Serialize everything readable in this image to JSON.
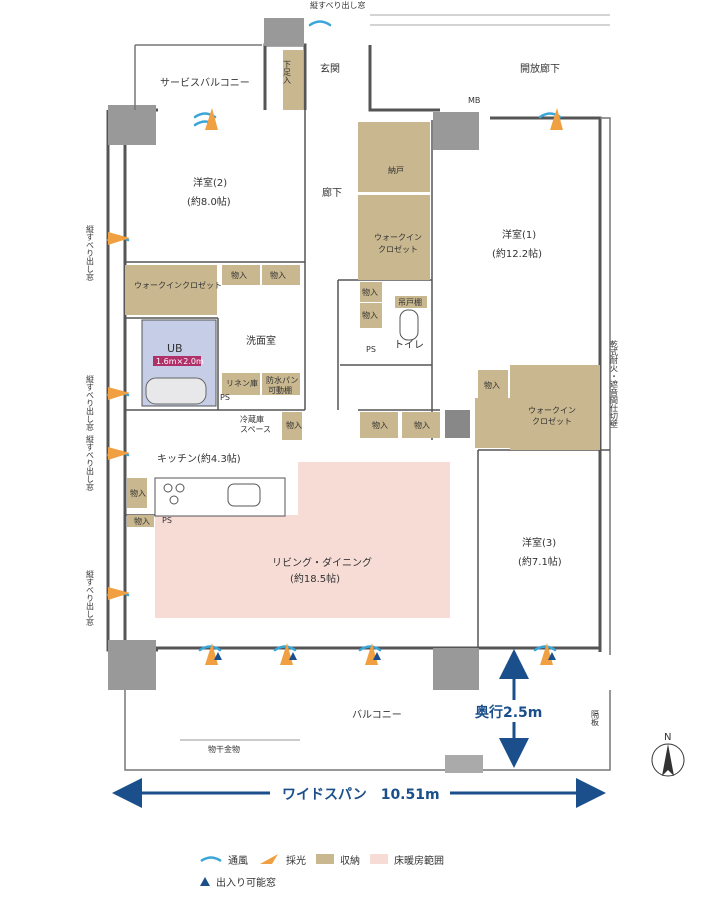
{
  "rooms": {
    "genkan": "玄関",
    "shimo_getabako": "下足入",
    "service_balcony": "サービスバルコニー",
    "open_corridor": "開放廊下",
    "mb": "MB",
    "western2": "洋室(2)",
    "western2_size": "(約8.0帖)",
    "corridor": "廊下",
    "nando": "納戸",
    "wic1_a": "ウォークイン",
    "wic1_b": "クロゼット",
    "western1": "洋室(1)",
    "western1_size": "(約12.2帖)",
    "wic2": "ウォークインクロゼット",
    "storage": "物入",
    "ub": "UB",
    "ub_size": "1.6m×2.0m",
    "senmen": "洗面室",
    "linen": "リネン庫",
    "bousui_a": "防水パン",
    "bousui_b": "可動棚",
    "ps": "PS",
    "toilet": "トイレ",
    "toilet_shelf": "吊戸棚",
    "fridge_a": "冷蔵庫",
    "fridge_b": "スペース",
    "kitchen": "キッチン(約4.3帖)",
    "living": "リビング・ダイニング",
    "living_size": "(約18.5帖)",
    "wic3_a": "ウォークイン",
    "wic3_b": "クロゼット",
    "western3": "洋室(3)",
    "western3_size": "(約7.1帖)",
    "balcony": "バルコニー",
    "monohoshi": "物干金物",
    "partition": "隔板",
    "window_label": "縦すべり出し窓",
    "fire_door": "乾式耐火・遮音間仕切壁"
  },
  "dimensions": {
    "depth_label": "奥行2.5m",
    "wide_span_label": "ワイドスパン　10.51m"
  },
  "north": "N",
  "legend": {
    "ventilation": "通風",
    "daylight": "採光",
    "storage": "収納",
    "floor_heating": "床暖房範囲",
    "doorway_window": "出入り可能窓"
  },
  "colors": {
    "storage": "#c9b88f",
    "floor_heating": "#f7dcd6",
    "ub": "#c5cee6",
    "dim_blue": "#1a4f8b",
    "wind": "#3aa6d8",
    "light": "#f0a040"
  }
}
